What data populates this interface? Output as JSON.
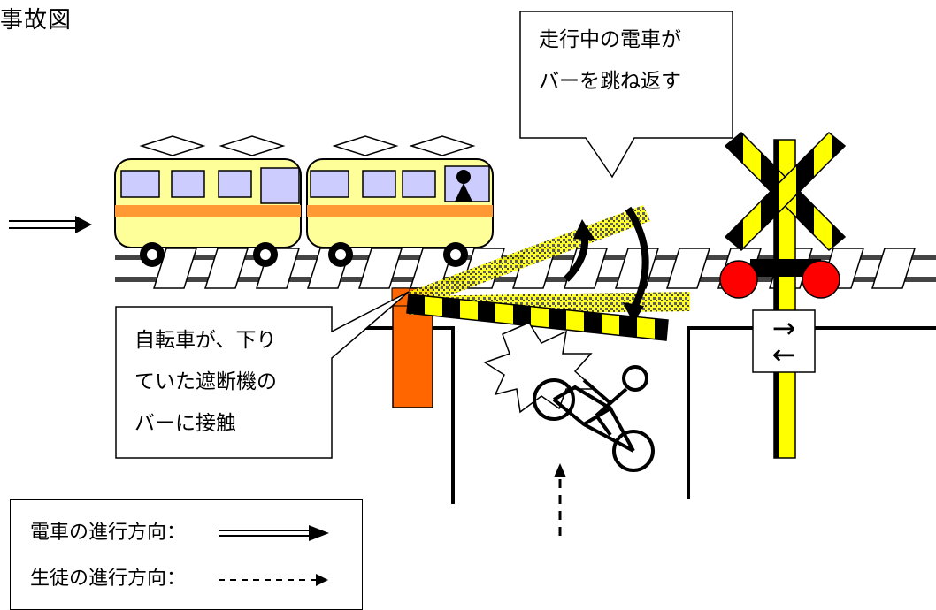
{
  "title": "事故図",
  "callouts": {
    "train": [
      "走行中の電車が",
      "バーを跳ね返す"
    ],
    "bicycle": [
      "自転車が、下り",
      "ていた遮断機の",
      "バーに接触"
    ]
  },
  "sign": {
    "arrows": [
      "→",
      "←"
    ]
  },
  "legend": {
    "train_direction": "電車の進行方向：",
    "student_direction": "生徒の進行方向："
  },
  "colors": {
    "train_body": "#ffff99",
    "train_stripe": "#ff9933",
    "window": "#ccccff",
    "barrier_yellow": "#ffff00",
    "signal_red": "#ff0000",
    "gate_post": "#ff6600"
  }
}
